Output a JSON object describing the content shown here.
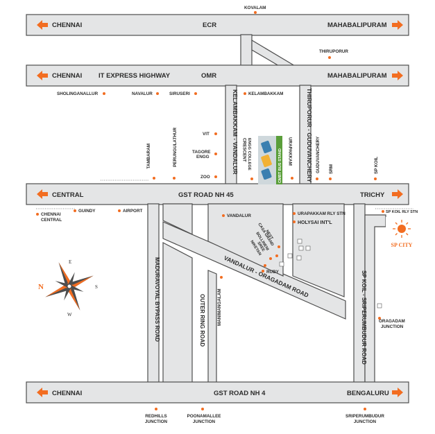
{
  "roads": {
    "ecr": {
      "west": "CHENNAI",
      "name": "ECR",
      "east": "MAHABALIPURAM"
    },
    "omr": {
      "west": "CHENNAI",
      "name1": "IT EXPRESS HIGHWAY",
      "name2": "OMR",
      "east": "MAHABALIPURAM"
    },
    "gst45": {
      "west": "CENTRAL",
      "name": "GST ROAD NH 45",
      "east": "TRICHY"
    },
    "gst4": {
      "west": "CHENNAI",
      "name": "GST ROAD NH 4",
      "east": "BENGALURU"
    },
    "kelambakkam_vandalur": "KELAMBAKKAM - VANDALUR",
    "thiruporur_guduvanchery": "THIRUPORUR - GUDUVANCHERY",
    "maduravoyal": "MADURAVOYAL BYPASS ROAD",
    "outer_ring": "OUTER RING ROAD",
    "vandalur_oragadam": "VANDALUR - ORAGADAM ROAD",
    "sp_koil_sriperumbudur": "SP KOIL - SRIPERUMBUDUR ROAD"
  },
  "places": {
    "kovalam": "KOVALAM",
    "thiruporur": "THIRUPORUR",
    "sholinganallur": "SHOLINGANALLUR",
    "navalur": "NAVALUR",
    "siruseri": "SIRUSERI",
    "kelambakkam": "KELAMBAKKAM",
    "vit": "VIT",
    "tagore1": "TAGORE",
    "tagore2": "ENGG",
    "zoo": "ZOO",
    "tambaram": "TAMBARAM",
    "perungulathur": "PERUNGULATHUR",
    "crescent1": "CRESCENT",
    "crescent2": "ENGG COLLEGE",
    "cmbt": "CMBT BUS STAND",
    "urapakkam": "URAPAKKAM",
    "guduvanchery": "GUDUVANCHERY",
    "srm": "SRM",
    "sp_koil": "SP KOIL",
    "chennai_central1": "CHENNAI",
    "chennai_central2": "CENTRAL",
    "guindy": "GUINDY",
    "airport": "AIRPORT",
    "vandalur": "VANDALUR",
    "urapakkam_rly": "URAPAKKAM RLY STN",
    "holysai": "HOLYSAI INT'L",
    "sp_koil_rly": "SP KOIL RLY STN",
    "sp_city": "SP CITY",
    "casa_grand": "CASA GRAND",
    "nest": "NEST",
    "bollineni": "BOLLINENI",
    "sree_niketan1": "SREE",
    "sree_niketan2": "NIKETAN",
    "ruby": "RUBY",
    "manimangalam": "MANIMANGALAM",
    "oragadam1": "ORAGADAM",
    "oragadam2": "JUNCTION",
    "redhills1": "REDHILLS",
    "redhills2": "JUNCTION",
    "poonamallee1": "POONAMALLEE",
    "poonamallee2": "JUNCTION",
    "sriperumbudur1": "SRIPERUMBUDUR",
    "sriperumbudur2": "JUNCTION"
  },
  "compass": {
    "n": "N",
    "s": "S",
    "e": "E",
    "w": "W"
  },
  "colors": {
    "accent": "#f26d21",
    "road_fill": "#e4e5e6",
    "road_stroke": "#4d4d4d",
    "bus_green": "#5a9e3a"
  },
  "icons": [
    "arrow-left-icon",
    "arrow-right-icon",
    "location-dot-icon",
    "building-icon",
    "compass-rose-icon",
    "sp-city-logo-icon",
    "bus-stand-icon"
  ]
}
